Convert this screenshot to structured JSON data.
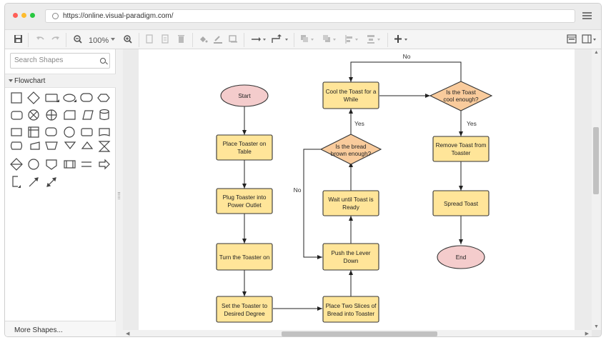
{
  "browser": {
    "url": "https://online.visual-paradigm.com/",
    "dot_colors": [
      "#ff5f57",
      "#febc2e",
      "#28c840"
    ]
  },
  "toolbar": {
    "zoom_label": "100%",
    "icons": [
      "save-icon",
      "undo-icon",
      "redo-icon",
      "zoom-out-icon",
      "zoom-in-icon",
      "copy-icon",
      "paste-icon",
      "delete-icon",
      "fill-color-icon",
      "line-color-icon",
      "shadow-icon",
      "connector-icon",
      "waypoint-icon",
      "to-front-icon",
      "to-back-icon",
      "align-icon",
      "distribute-icon",
      "insert-icon",
      "format-panel-icon",
      "outline-panel-icon"
    ]
  },
  "sidebar": {
    "search_placeholder": "Search Shapes",
    "category": "Flowchart",
    "more_shapes": "More Shapes..."
  },
  "diagram": {
    "colors": {
      "process_fill": "#ffe599",
      "process_stroke": "#333333",
      "decision_fill": "#f9cb9c",
      "terminal_fill": "#f4cccc"
    },
    "nodes": {
      "start": "Start",
      "place_toaster_1": "Place Toaster on",
      "place_toaster_2": "Table",
      "plug_toaster_1": "Plug Toaster into",
      "plug_toaster_2": "Power Outlet",
      "turn_on": "Turn the Toaster on",
      "set_degree_1": "Set the Toaster to",
      "set_degree_2": "Desired Degree",
      "place_slices_1": "Place Two Slices of",
      "place_slices_2": "Bread into Toaster",
      "push_lever_1": "Push the Lever",
      "push_lever_2": "Down",
      "wait_1": "Wait until Toast is",
      "wait_2": "Ready",
      "bread_brown_1": "Is the bread",
      "bread_brown_2": "brown enough?",
      "cool_toast_1": "Cool the Toast for a",
      "cool_toast_2": "While",
      "toast_cool_1": "Is the Toast",
      "toast_cool_2": "cool enough?",
      "remove_toast_1": "Remove Toast from",
      "remove_toast_2": "Toaster",
      "spread_toast": "Spread Toast",
      "end": "End"
    },
    "edge_labels": {
      "no_top": "No",
      "yes_cool": "Yes",
      "yes_brown": "Yes",
      "no_left": "No"
    }
  }
}
